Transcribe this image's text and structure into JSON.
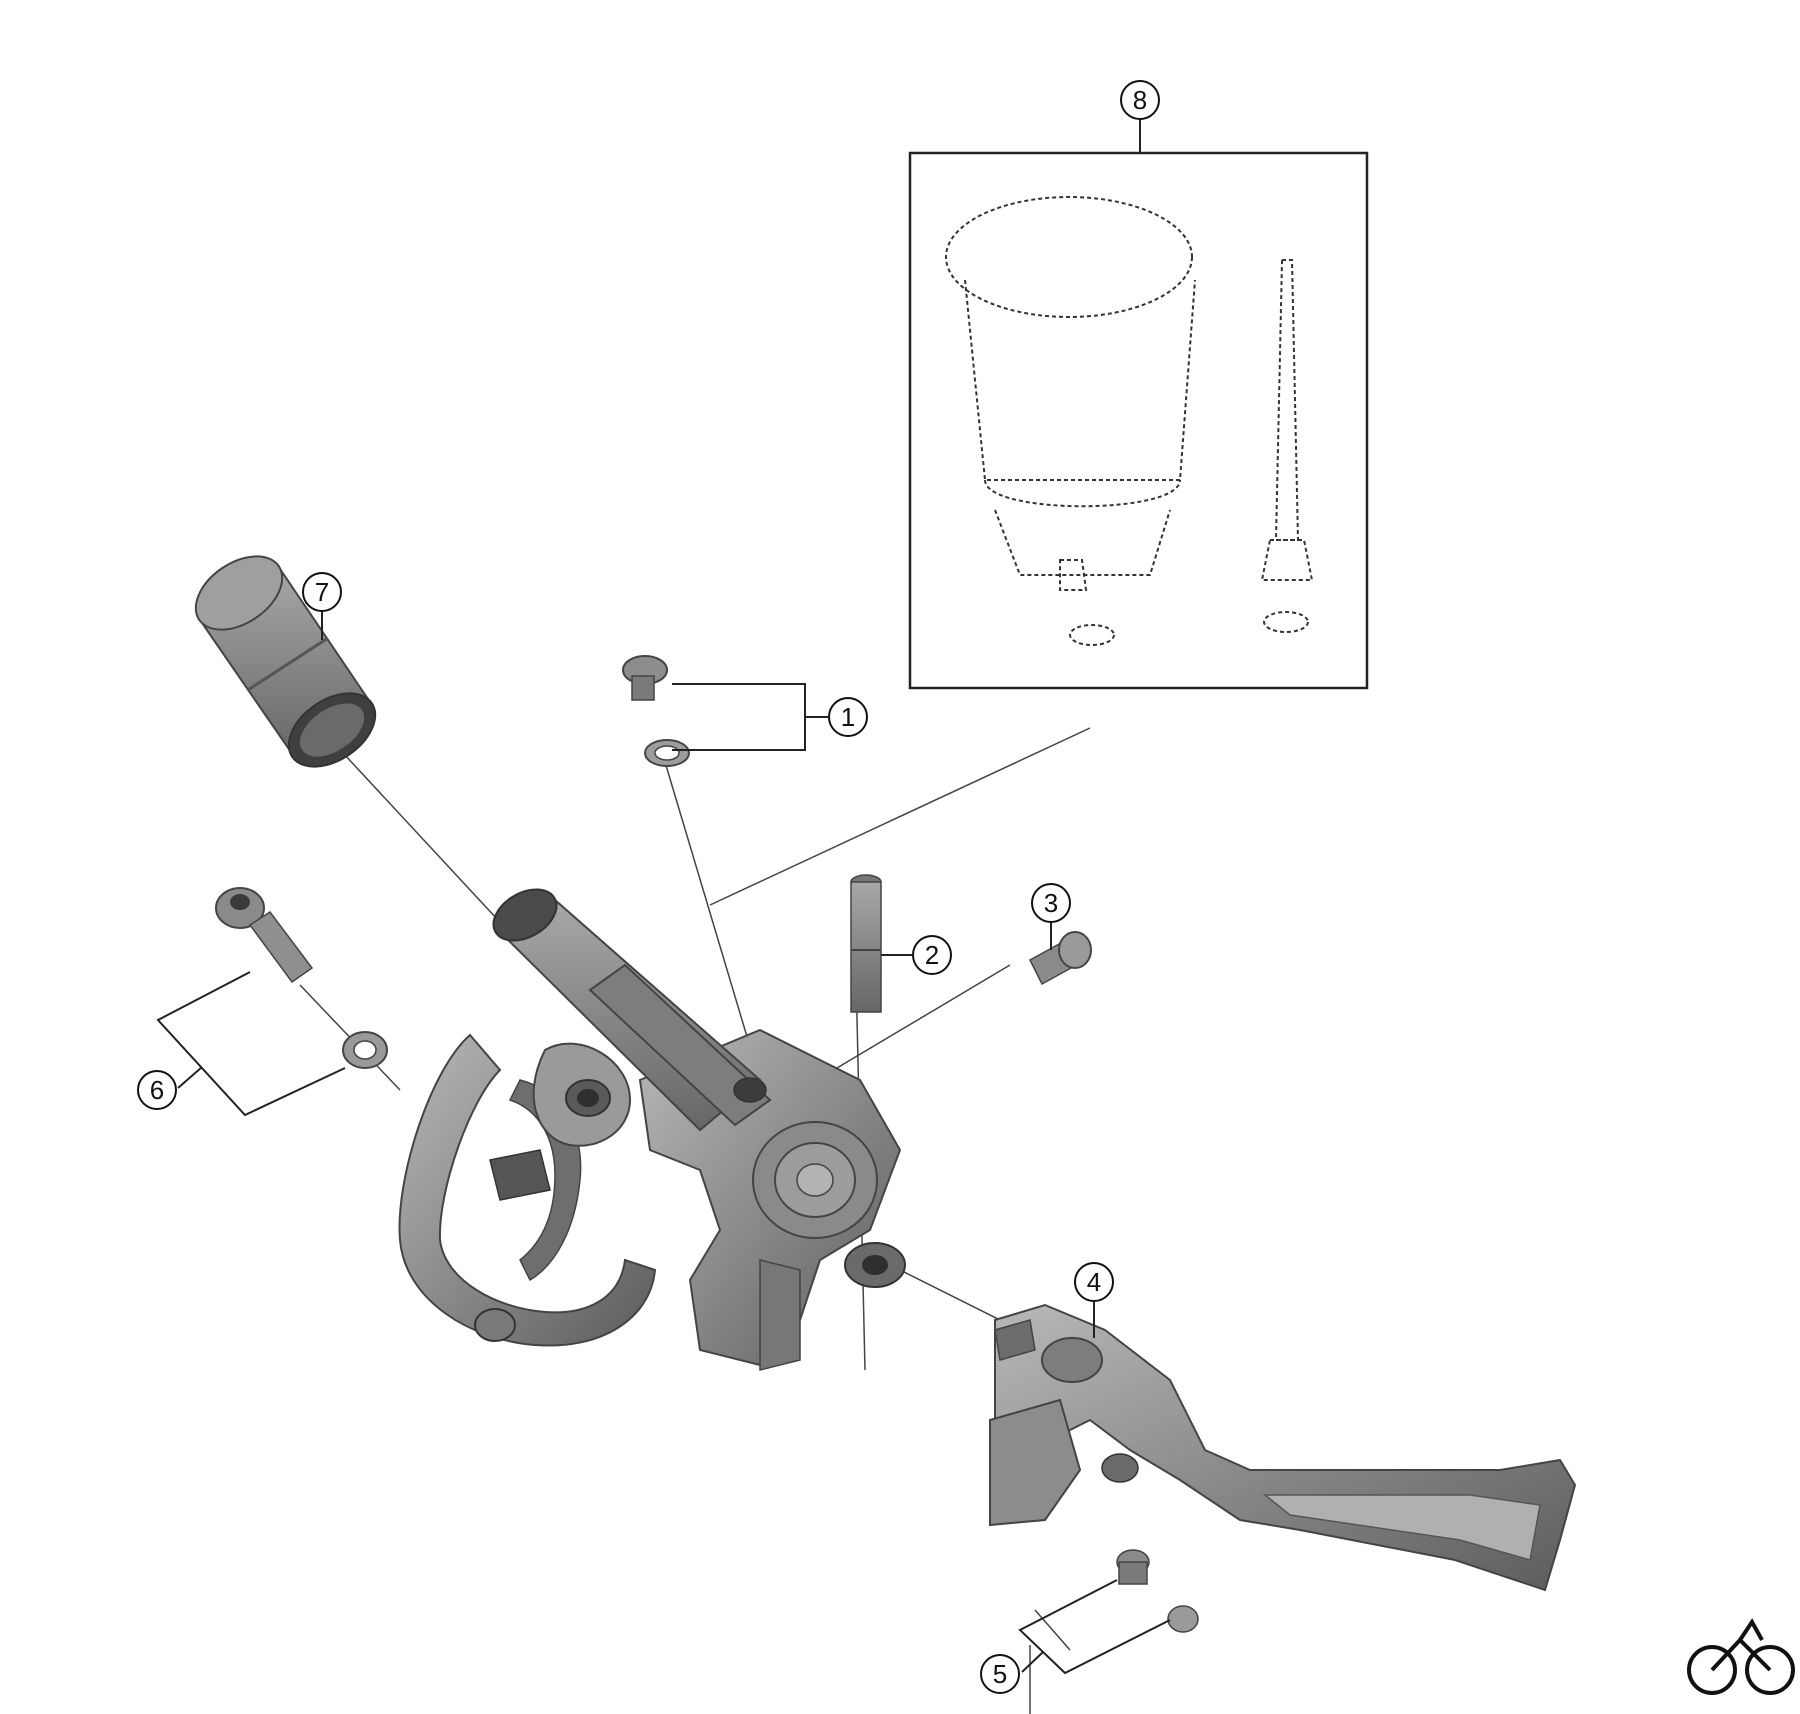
{
  "callouts": [
    {
      "number": "1",
      "part": "reservoir-plug-and-o-ring"
    },
    {
      "number": "2",
      "part": "pin"
    },
    {
      "number": "3",
      "part": "screw"
    },
    {
      "number": "4",
      "part": "brake-lever"
    },
    {
      "number": "5",
      "part": "bushings"
    },
    {
      "number": "6",
      "part": "clamp-bolt-and-washer"
    },
    {
      "number": "7",
      "part": "grip-sleeve"
    },
    {
      "number": "8",
      "part": "bleed-funnel-kit"
    }
  ],
  "logo": {
    "icon": "bicycle-icon"
  },
  "colors": {
    "part_fill": "#8c8c8c",
    "part_dark": "#5e5e5e",
    "part_light": "#b4b4b4",
    "line": "#222222"
  }
}
